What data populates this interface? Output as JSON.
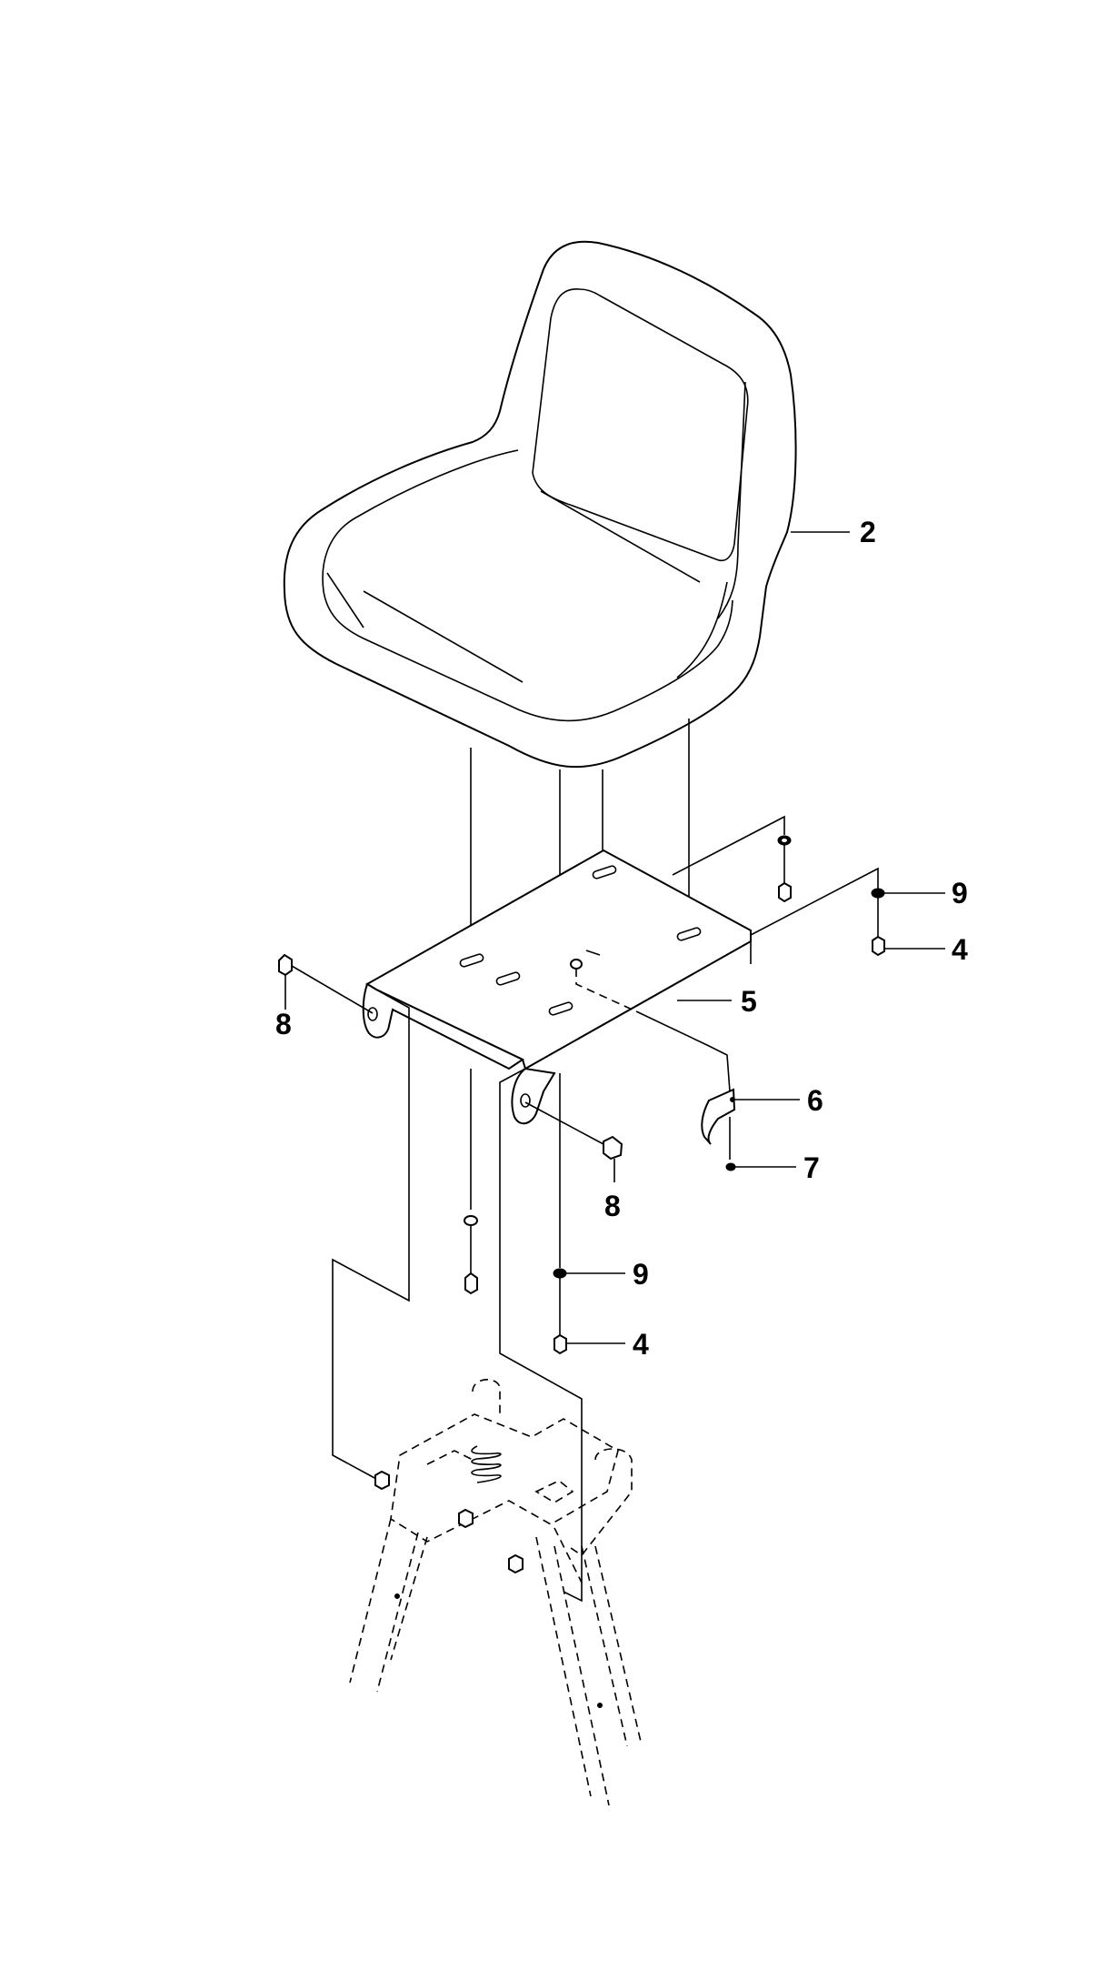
{
  "diagram": {
    "callouts": {
      "seat": "2",
      "plate": "5",
      "clip": "6",
      "screw_small": "7",
      "bolt_left": "8",
      "bolt_mid": "8",
      "washer_right": "9",
      "screw_right": "4",
      "washer_lower": "9",
      "screw_lower": "4"
    }
  }
}
